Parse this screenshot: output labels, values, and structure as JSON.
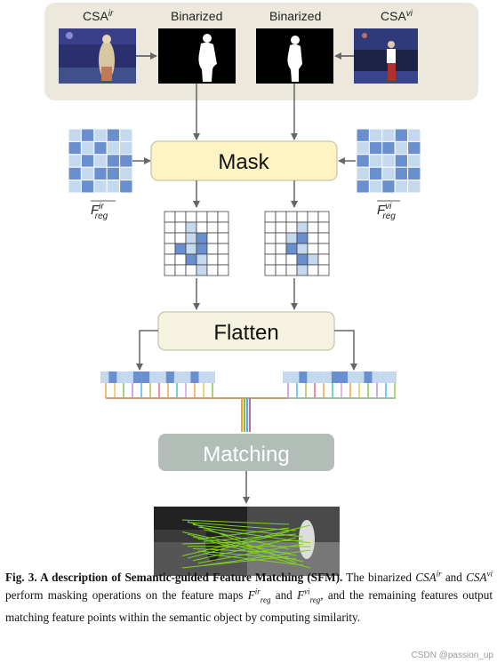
{
  "top_labels": {
    "csa_ir": "CSA",
    "csa_ir_sup": "ir",
    "binarized_left": "Binarized",
    "binarized_right": "Binarized",
    "csa_vi": "CSA",
    "csa_vi_sup": "vi"
  },
  "feature_labels": {
    "ir_main": "F",
    "ir_sup": "ir",
    "ir_sub": "reg",
    "vi_main": "F",
    "vi_sup": "vi",
    "vi_sub": "reg"
  },
  "boxes": {
    "mask": "Mask",
    "flatten": "Flatten",
    "matching": "Matching"
  },
  "caption": {
    "bold": "Fig. 3. A description of Semantic-guided Feature Matching (SFM).",
    "part1": " The binarized ",
    "csa": "CSA",
    "sup_ir": "ir",
    "and": " and ",
    "sup_vi": "vi",
    "part2": " perform masking operations on the feature maps ",
    "f": "F",
    "sub_reg": "reg",
    "part3": ", and the remaining features output matching feature points within the semantic object by computing similarity."
  },
  "watermark": "CSDN @passion_up",
  "colors": {
    "panel_bg": "#ede8dc",
    "mask_box": "#fff3c4",
    "flatten_box": "#f5f2df",
    "matching_box": "#b3bdb8",
    "grid_light": "#c4d8ee",
    "grid_dark": "#6a8fcf",
    "arrow": "#6a6a6a"
  },
  "icons": [
    "infrared-thumbnail",
    "binary-mask-thumbnail",
    "binary-mask-thumbnail",
    "visible-thumbnail",
    "match-result-image"
  ]
}
